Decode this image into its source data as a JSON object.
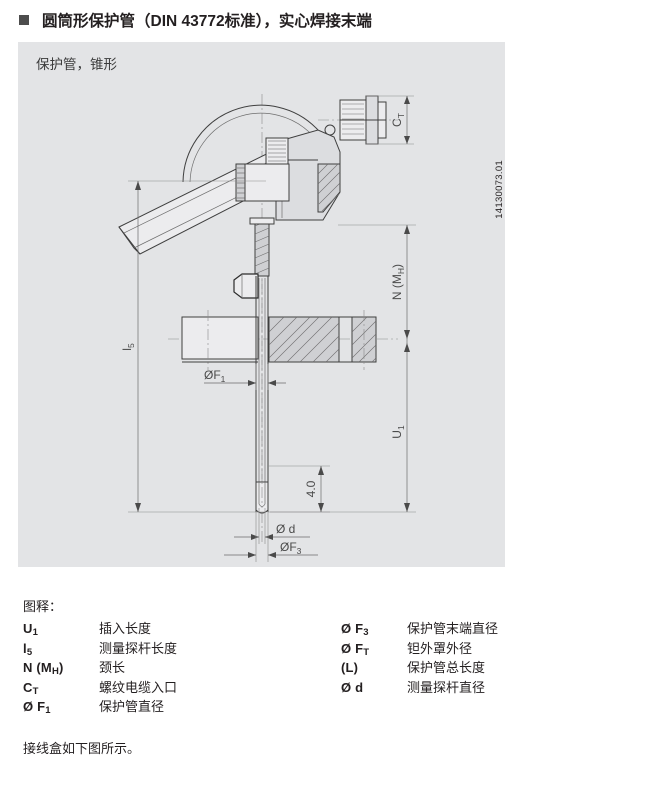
{
  "header": {
    "bullet_icon": "square-bullet-icon",
    "title": "圆筒形保护管（DIN 43772标准），实心焊接末端"
  },
  "figure": {
    "caption": "保护管，锥形",
    "doc_code": "14130073.01",
    "drawing_labels": {
      "ct": "C",
      "ct_sub": "T",
      "l5": "l",
      "l5_sub": "5",
      "n": "N (M",
      "n_sub": "H",
      "n_close": ")",
      "u1": "U",
      "u1_sub": "1",
      "f1": "ØF",
      "f1_sub": "1",
      "f3": "ØF",
      "f3_sub": "3",
      "d": "Ø d",
      "tip_length": "4.0"
    }
  },
  "legend": {
    "title": "图释：",
    "left_items": [
      {
        "symbol": "U",
        "sub": "1",
        "symbol_suffix": "",
        "desc": "插入长度"
      },
      {
        "symbol": "l",
        "sub": "5",
        "symbol_suffix": "",
        "desc": "测量探杆长度"
      },
      {
        "symbol": "N (M",
        "sub": "H",
        "symbol_suffix": ")",
        "desc": "颈长"
      },
      {
        "symbol": "C",
        "sub": "T",
        "symbol_suffix": "",
        "desc": "螺纹电缆入口"
      },
      {
        "symbol": "Ø F",
        "sub": "1",
        "symbol_suffix": "",
        "desc": "保护管直径"
      }
    ],
    "right_items": [
      {
        "symbol": "Ø F",
        "sub": "3",
        "symbol_suffix": "",
        "desc": "保护管末端直径"
      },
      {
        "symbol": "Ø F",
        "sub": "T",
        "symbol_suffix": "",
        "desc": "钽外罩外径"
      },
      {
        "symbol": "(L)",
        "sub": "",
        "symbol_suffix": "",
        "desc": "保护管总长度"
      },
      {
        "symbol": "Ø d",
        "sub": "",
        "symbol_suffix": "",
        "desc": "测量探杆直径"
      }
    ]
  },
  "footer": {
    "note": "接线盒如下图所示。"
  },
  "colors": {
    "panel_background": "#e3e4e6",
    "text": "#231f20",
    "bullet": "#4d4d4d",
    "line": "#3f3f3f"
  }
}
